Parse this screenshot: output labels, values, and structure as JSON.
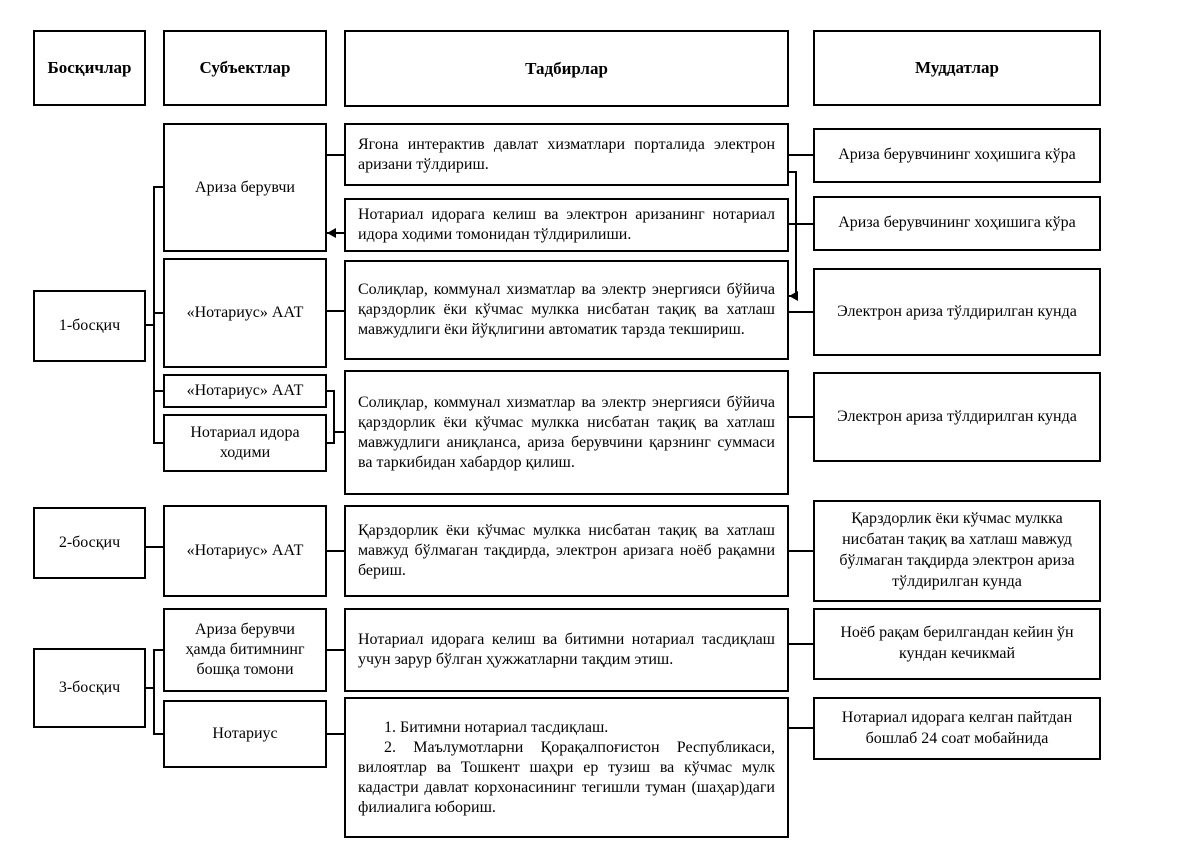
{
  "headers": [
    {
      "label": "Босқичлар"
    },
    {
      "label": "Субъектлар"
    },
    {
      "label": "Тадбирлар"
    },
    {
      "label": "Муддатлар"
    }
  ],
  "stages": [
    {
      "label": "1-босқич"
    },
    {
      "label": "2-босқич"
    },
    {
      "label": "3-босқич"
    }
  ],
  "subjects": [
    {
      "label": "Ариза берувчи"
    },
    {
      "label": "«Нотариус» ААТ"
    },
    {
      "label": "«Нотариус» ААТ"
    },
    {
      "label": "Нотариал идора ходими"
    },
    {
      "label": "«Нотариус» ААТ"
    },
    {
      "label": "Ариза берувчи ҳамда битимнинг бошқа томони"
    },
    {
      "label": "Нотариус"
    }
  ],
  "activities": [
    {
      "text": "Ягона интерактив давлат хизматлари порталида электрон аризани тўлдириш."
    },
    {
      "text": "Нотариал идорага келиш ва электрон аризанинг нотариал идора ходими томонидан тўлдирилиши."
    },
    {
      "text": "Солиқлар, коммунал хизматлар ва электр энергияси бўйича қарздорлик ёки кўчмас мулкка нисбатан тақиқ ва хатлаш мавжудлиги ёки йўқлигини автоматик тарзда текшириш."
    },
    {
      "text": "Солиқлар, коммунал хизматлар ва электр энергияси бўйича қарздорлик ёки кўчмас мулкка нисбатан тақиқ ва хатлаш мавжудлиги аниқланса, ариза берувчини қарзнинг суммаси ва таркибидан хабардор қилиш."
    },
    {
      "text": "Қарздорлик ёки кўчмас мулкка нисбатан тақиқ ва хатлаш мавжуд бўлмаган тақдирда, электрон аризага ноёб рақамни бериш."
    },
    {
      "text": "Нотариал идорага келиш ва битимни нотариал тасдиқлаш учун зарур бўлган ҳужжатларни тақдим этиш."
    },
    {
      "item1": "1. Битимни нотариал тасдиқлаш.",
      "item2": "2. Маълумотларни Қорақалпоғистон Республикаси, вилоятлар ва Тошкент шаҳри ер тузиш ва кўчмас мулк кадастри давлат корхонасининг тегишли туман (шаҳар)даги филиалига юбориш."
    }
  ],
  "deadlines": [
    {
      "text": "Ариза берувчининг хоҳишига кўра"
    },
    {
      "text": "Ариза берувчининг хоҳишига кўра"
    },
    {
      "text": "Электрон ариза тўлдирилган кунда"
    },
    {
      "text": "Электрон ариза тўлдирилган кунда"
    },
    {
      "text": "Қарздорлик ёки кўчмас мулкка нисбатан тақиқ ва хатлаш мавжуд бўлмаган тақдирда электрон ариза тўлдирилган кунда"
    },
    {
      "text": "Ноёб рақам берилгандан кейин ўн кундан кечикмай"
    },
    {
      "text": "Нотариал идорага келган пайтдан бошлаб 24 соат мобайнида"
    }
  ],
  "colors": {
    "line": "#000000",
    "background": "#ffffff"
  }
}
